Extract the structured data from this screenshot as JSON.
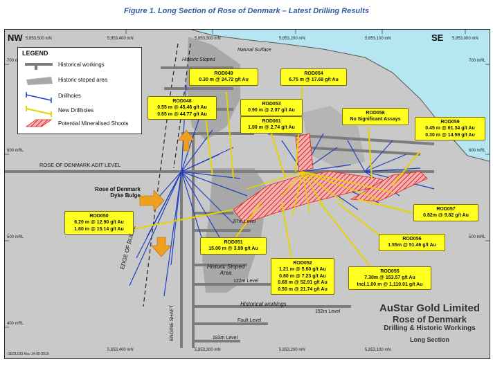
{
  "caption": "Figure 1. Long Section of Rose of Denmark – Latest Drilling Results",
  "directions": {
    "nw": "NW",
    "se": "SE"
  },
  "coords_top": [
    "5,853,500 mN",
    "5,853,400 mN",
    "5,853,300 mN",
    "5,853,200 mN",
    "5,853,100 mN",
    "5,853,000 mN"
  ],
  "coords_bottom": [
    "5,853,400 mN",
    "5,853,300 mN",
    "5,853,200 mN",
    "5,853,100 mN"
  ],
  "rl_labels": [
    "700 mRL",
    "600 mRL",
    "500 mRL",
    "400 mRL"
  ],
  "legend": {
    "title": "LEGEND",
    "items": [
      "Historical workings",
      "Historic stoped area",
      "Drillholes",
      "New Drillholes",
      "Potential Mineralised Shoots"
    ]
  },
  "labels": {
    "natural_surface": "Natural Surface",
    "historic_stoped_top": "Historic Stoped",
    "adit_level": "ROSE OF DENMARK ADIT LEVEL",
    "dyke_bulge": "Rose of Denmark\nDyke Bulge",
    "edge_of_bulge": "EDGE OF BULGE",
    "engine_shaft": "ENGINE SHAFT",
    "level_87": "87m Level",
    "historic_stoped_area": "Historic Stoped\nArea",
    "level_122": "122m Level",
    "historical_workings": "Historical workings",
    "level_152": "152m Level",
    "fault_level": "Fault Level",
    "level_183": "183m Level"
  },
  "callouts": [
    {
      "id": "ROD049",
      "lines": [
        "0.30 m @ 24.72 g/t Au"
      ]
    },
    {
      "id": "ROD054",
      "lines": [
        "6.75 m @ 17.69 g/t Au"
      ]
    },
    {
      "id": "ROD048",
      "lines": [
        "0.55 m @ 45.46 g/t Au",
        "0.65 m @ 44.77 g/t Au"
      ]
    },
    {
      "id": "ROD053",
      "lines": [
        "0.90 m @ 2.07 g/t Au"
      ]
    },
    {
      "id": "ROD061",
      "lines": [
        "1.00 m @ 2.74 g/t Au"
      ]
    },
    {
      "id": "ROD058",
      "lines": [
        "No Significant Assays"
      ]
    },
    {
      "id": "ROD059",
      "lines": [
        "0.45 m @ 61.34 g/t Au",
        "0.30 m @ 14.59 g/t Au"
      ]
    },
    {
      "id": "ROD057",
      "lines": [
        "0.82m @ 9.82 g/t Au"
      ]
    },
    {
      "id": "ROD050",
      "lines": [
        "6.20 m @ 12.90 g/t Au",
        "1.80 m @ 15.14 g/t Au"
      ]
    },
    {
      "id": "ROD051",
      "lines": [
        "15.00 m @ 3.99 g/t Au"
      ]
    },
    {
      "id": "ROD056",
      "lines": [
        "1.55m @ 51.46 g/t Au"
      ]
    },
    {
      "id": "ROD052",
      "lines": [
        "1.21 m @ 5.60 g/t Au",
        "0.80 m @ 7.23 g/t Au",
        "0.68 m @ 52.91 g/t Au",
        "0.50 m @ 21.74 g/t Au"
      ]
    },
    {
      "id": "ROD055",
      "lines": [
        "7.30m @ 153.57 g/t Au",
        "Incl.1.00 m @ 1,110.01 g/t Au"
      ]
    }
  ],
  "title_block": {
    "company": "AuStar Gold Limited",
    "project": "Rose of Denmark",
    "subtitle": "Drilling & Historic Workings",
    "section": "Long Section"
  },
  "footer": "GEOL033 Rev 14-05-2019",
  "colors": {
    "sky": "#b6e6f2",
    "rock": "#c9c9c9",
    "workings": "#7d7d7d",
    "stoped": "#a8a8a8",
    "drill": "#1f3fbf",
    "new_drill": "#f2e600",
    "shoot": "#e02020",
    "callout": "#ffff20"
  }
}
